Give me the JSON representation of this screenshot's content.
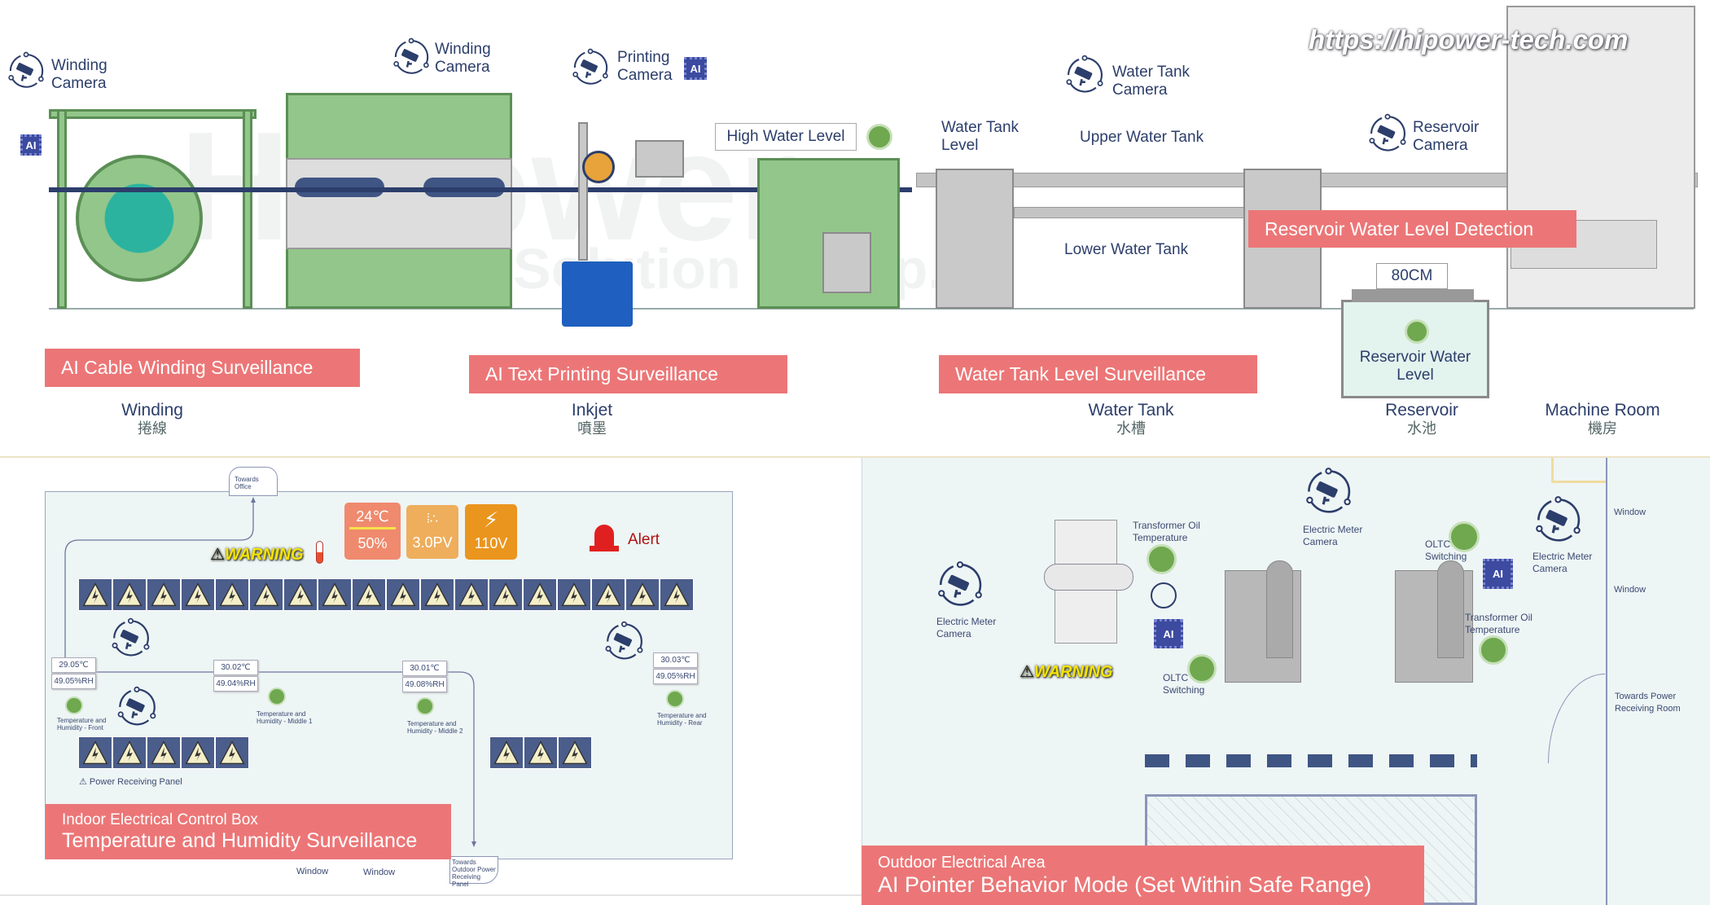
{
  "url_watermark": "https://hipower-tech.com",
  "logo_watermark": {
    "main": "HiPower",
    "sub": "Solution Group."
  },
  "top": {
    "winding_camera_1": "Winding Camera",
    "winding_camera_2": "Winding Camera",
    "printing_camera": "Printing Camera",
    "ai_chip": "AI",
    "high_water_level": "High Water Level",
    "water_tank_level": "Water Tank Level",
    "water_tank_camera": "Water Tank Camera",
    "upper_water_tank": "Upper Water Tank",
    "lower_water_tank": "Lower Water Tank",
    "reservoir_camera": "Reservoir Camera",
    "reservoir_detection": "Reservoir Water Level Detection",
    "reservoir_level": "80CM",
    "reservoir_water_level": "Reservoir Water Level",
    "banners": [
      "AI Cable Winding Surveillance",
      "AI Text Printing  Surveillance",
      "Water Tank Level Surveillance"
    ],
    "areas": [
      {
        "en": "Winding",
        "zh": "捲線"
      },
      {
        "en": "Inkjet",
        "zh": "噴墨"
      },
      {
        "en": "Water Tank",
        "zh": "水槽"
      },
      {
        "en": "Reservoir",
        "zh": "水池"
      },
      {
        "en": "Machine Room",
        "zh": "機房"
      }
    ]
  },
  "indoor": {
    "towards_office": "Towards Office",
    "towards_outdoor": "Towards Outdoor Power Receiving Panel",
    "temperature": "24℃",
    "humidity": "50%",
    "pv": "3.0PV",
    "voltage": "110V",
    "alert": "Alert",
    "warning": "WARNING",
    "sensors": [
      {
        "temp": "29.05℃",
        "rh": "49.05%RH",
        "label": "Temperature and Humidity - Front"
      },
      {
        "temp": "30.02℃",
        "rh": "49.04%RH",
        "label": "Temperature and Humidity - Middle 1"
      },
      {
        "temp": "30.01℃",
        "rh": "49.08%RH",
        "label": "Temperature and Humidity - Middle 2"
      },
      {
        "temp": "30.03℃",
        "rh": "49.05%RH",
        "label": "Temperature and Humidity - Rear"
      }
    ],
    "power_receiving_panel": "Power Receiving Panel",
    "banner_small": "Indoor Electrical Control Box",
    "banner_large": "Temperature and Humidity Surveillance",
    "windows": [
      "Window",
      "Window"
    ],
    "colors": {
      "temp_badge": "#ef8a6e",
      "pv_badge": "#eeae5c",
      "voltage_badge": "#ea951e",
      "alert": "#e02020"
    }
  },
  "outdoor": {
    "electric_meter_camera": "Electric Meter Camera",
    "transformer_oil_temperature": "Transformer Oil Temperature",
    "oltc_switching": "OLTC Switching",
    "ai_chip": "AI",
    "warning": "WARNING",
    "windows": [
      "Window",
      "Window"
    ],
    "towards_power_room": "Towards Power Receiving Room",
    "banner_small": "Outdoor Electrical Area",
    "banner_large": "AI Pointer Behavior Mode (Set Within Safe Range)"
  },
  "colors": {
    "banner": "#ec7677",
    "navy": "#2c3e6b",
    "machine_green": "#93c68a",
    "panel_cell": "#4b5d8a"
  }
}
